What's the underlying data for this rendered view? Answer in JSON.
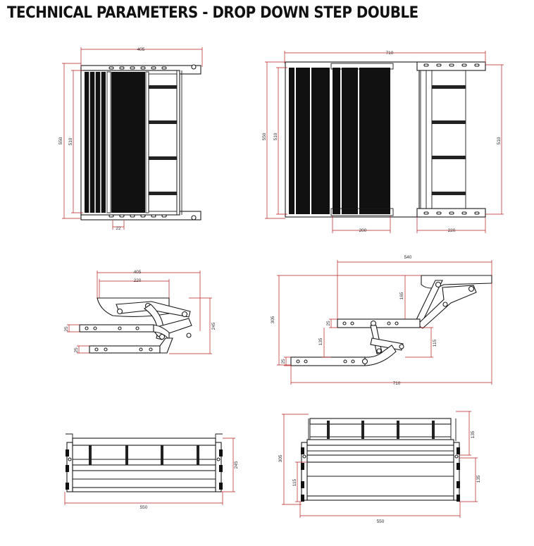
{
  "title": "TECHNICAL PARAMETERS - DROP DOWN STEP DOUBLE",
  "colors": {
    "dimension_line": "#b52020",
    "outline": "#1a1a1a",
    "tread": "#111111"
  },
  "views": {
    "top_single": {
      "width": "405",
      "height_outer": "550",
      "height_inner": "510",
      "bottom": "22"
    },
    "top_double": {
      "width": "710",
      "height_left_outer": "550",
      "height_left_inner": "510",
      "height_right": "510",
      "bottom_left": "200",
      "bottom_right": "220"
    },
    "side_single": {
      "width": "405",
      "top": "220",
      "height": "245",
      "step1": "25",
      "step2": "25"
    },
    "side_double": {
      "top": "540",
      "rise": "165",
      "height": "305",
      "step_top": "25",
      "step_mid": "135",
      "right": "115",
      "step_bottom": "25",
      "bottom": "710"
    },
    "front_single": {
      "height": "245",
      "width": "550"
    },
    "front_double": {
      "top_right": "135",
      "height": "305",
      "left_mid": "115",
      "right_mid": "135",
      "width": "550"
    }
  }
}
